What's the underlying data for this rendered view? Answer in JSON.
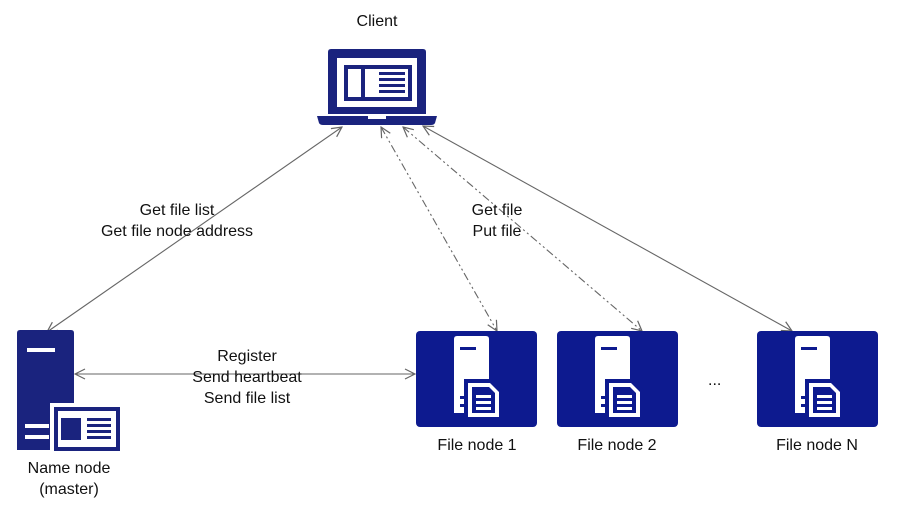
{
  "client": {
    "label": "Client",
    "icon": "laptop-icon"
  },
  "name_node": {
    "label_line1": "Name node",
    "label_line2": "(master)",
    "icon": "server-with-document-icon"
  },
  "file_nodes": [
    {
      "label": "File node 1",
      "icon": "server-file-icon"
    },
    {
      "label": "File node 2",
      "icon": "server-file-icon"
    },
    {
      "label": "File node N",
      "icon": "server-file-icon"
    }
  ],
  "ellipsis": "...",
  "edges": {
    "client_namenode": {
      "line1": "Get file list",
      "line2": "Get file node address"
    },
    "client_filenodes": {
      "line1": "Get file",
      "line2": "Put file"
    },
    "namenode_filenodes": {
      "line1": "Register",
      "line2": "Send heartbeat",
      "line3": "Send file list"
    }
  },
  "colors": {
    "icon_dark": "#1a237e",
    "file_node_blue": "#0d1a8f",
    "line": "#666666"
  }
}
